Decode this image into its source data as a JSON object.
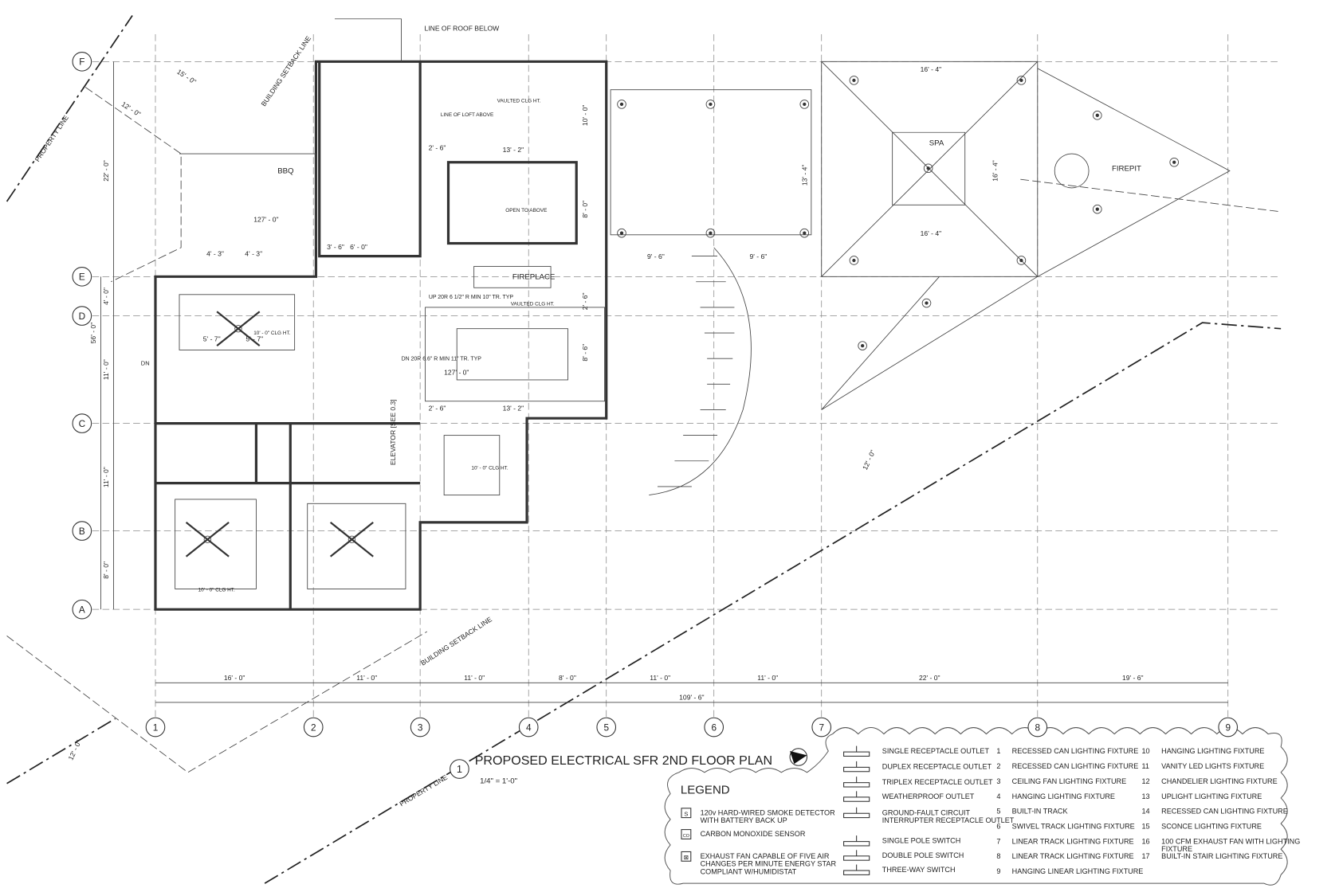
{
  "title": {
    "number": "1",
    "text": "PROPOSED ELECTRICAL SFR 2ND FLOOR PLAN",
    "scale": "1/4\" = 1'-0\""
  },
  "grid": {
    "columns": [
      "1",
      "2",
      "3",
      "4",
      "5",
      "6",
      "7",
      "8",
      "9"
    ],
    "rows": [
      "F",
      "E",
      "D",
      "C",
      "B",
      "A"
    ]
  },
  "dimensions": {
    "bottom": [
      "16' - 0\"",
      "11' - 0\"",
      "11' - 0\"",
      "8' - 0\"",
      "11' - 0\"",
      "11' - 0\"",
      "22' - 0\"",
      "19' - 6\""
    ],
    "overall": "109' - 6\"",
    "left": [
      "22' - 0\"",
      "56' - 0\"",
      "4' - 0\"",
      "11' - 0\"",
      "11' - 0\"",
      "8' - 0\""
    ],
    "misc": [
      "15' - 0\"",
      "12' - 0\"",
      "12' - 0\"",
      "12' - 0\"",
      "16' - 4\"",
      "16' - 4\"",
      "13' - 4\"",
      "16' - 4\"",
      "9' - 6\"",
      "9' - 6\"",
      "13' - 2\"",
      "13' - 2\"",
      "4' - 3\"",
      "4' - 3\"",
      "5' - 7\"",
      "5' - 7\"",
      "2' - 6\"",
      "2' - 6\"",
      "6' - 0\"",
      "3' - 6\"",
      "10' - 0\"",
      "8' - 0\"",
      "8' - 6\"",
      "2' - 6\""
    ]
  },
  "annotations": {
    "property_line": "PROPERTY LINE",
    "building_setback": "BUILDING SETBACK LINE",
    "line_of_roof": "LINE OF ROOF BELOW",
    "line_of_loft": "LINE OF LOFT ABOVE",
    "vaulted": "VAULTED CLG HT.",
    "open_to_above": "OPEN TO ABOVE",
    "fireplace": "FIREPLACE",
    "vaulted_clg": "VAULTED CLG HT.",
    "bbq": "BBQ",
    "spa": "SPA",
    "firepit": "FIREPIT",
    "elevator": "ELEVATOR [SEE 0.3]",
    "up": "UP 20R 6 1/2\" R MIN 10\" TR. TYP",
    "down": "DN 20R 6.6\" R MIN 11\" TR. TYP",
    "dn": "DN",
    "elev1": "127' - 0\"",
    "clg": "10' - 0\" CLG HT."
  },
  "legend": {
    "heading": "LEGEND",
    "left_items": [
      {
        "icon": "smoke-detector-icon",
        "symbol": "S",
        "label": "120v HARD-WIRED SMOKE DETECTOR WITH BATTERY BACK UP"
      },
      {
        "icon": "co-sensor-icon",
        "symbol": "CO",
        "label": "CARBON MONOXIDE SENSOR"
      },
      {
        "icon": "exhaust-fan-icon",
        "symbol": "⊠",
        "label": "EXHAUST FAN CAPABLE OF FIVE AIR CHANGES PER MINUTE ENERGY STAR COMPLIANT W/HUMIDISTAT"
      }
    ],
    "symbols": [
      "SINGLE RECEPTACLE OUTLET",
      "DUPLEX RECEPTACLE OUTLET",
      "TRIPLEX RECEPTACLE OUTLET",
      "WEATHERPROOF OUTLET",
      "GROUND-FAULT CIRCUIT INTERRUPTER RECEPTACLE OUTLET",
      "SINGLE POLE SWITCH",
      "DOUBLE POLE SWITCH",
      "THREE-WAY SWITCH"
    ],
    "fixtures": [
      {
        "n": "1",
        "label": "RECESSED CAN LIGHTING FIXTURE"
      },
      {
        "n": "2",
        "label": "RECESSED CAN LIGHTING FIXTURE"
      },
      {
        "n": "3",
        "label": "CEILING FAN LIGHTING FIXTURE"
      },
      {
        "n": "4",
        "label": "HANGING LIGHTING FIXTURE"
      },
      {
        "n": "5",
        "label": "BUILT-IN TRACK"
      },
      {
        "n": "6",
        "label": "SWIVEL TRACK LIGHTING FIXTURE"
      },
      {
        "n": "7",
        "label": "LINEAR TRACK LIGHTING FIXTURE"
      },
      {
        "n": "8",
        "label": "LINEAR TRACK LIGHTING FIXTURE"
      },
      {
        "n": "9",
        "label": "HANGING LINEAR LIGHTING FIXTURE"
      },
      {
        "n": "10",
        "label": "HANGING LIGHTING FIXTURE"
      },
      {
        "n": "11",
        "label": "VANITY LED LIGHTS FIXTURE"
      },
      {
        "n": "12",
        "label": "CHANDELIER LIGHTING FIXTURE"
      },
      {
        "n": "13",
        "label": "UPLIGHT LIGHTING FIXTURE"
      },
      {
        "n": "14",
        "label": "RECESSED CAN LIGHTING FIXTURE"
      },
      {
        "n": "15",
        "label": "SCONCE LIGHTING FIXTURE"
      },
      {
        "n": "16",
        "label": "100 CFM EXHAUST FAN WITH LIGHTING FIXTURE"
      },
      {
        "n": "17",
        "label": "BUILT-IN STAIR LIGHTING FIXTURE"
      }
    ]
  }
}
